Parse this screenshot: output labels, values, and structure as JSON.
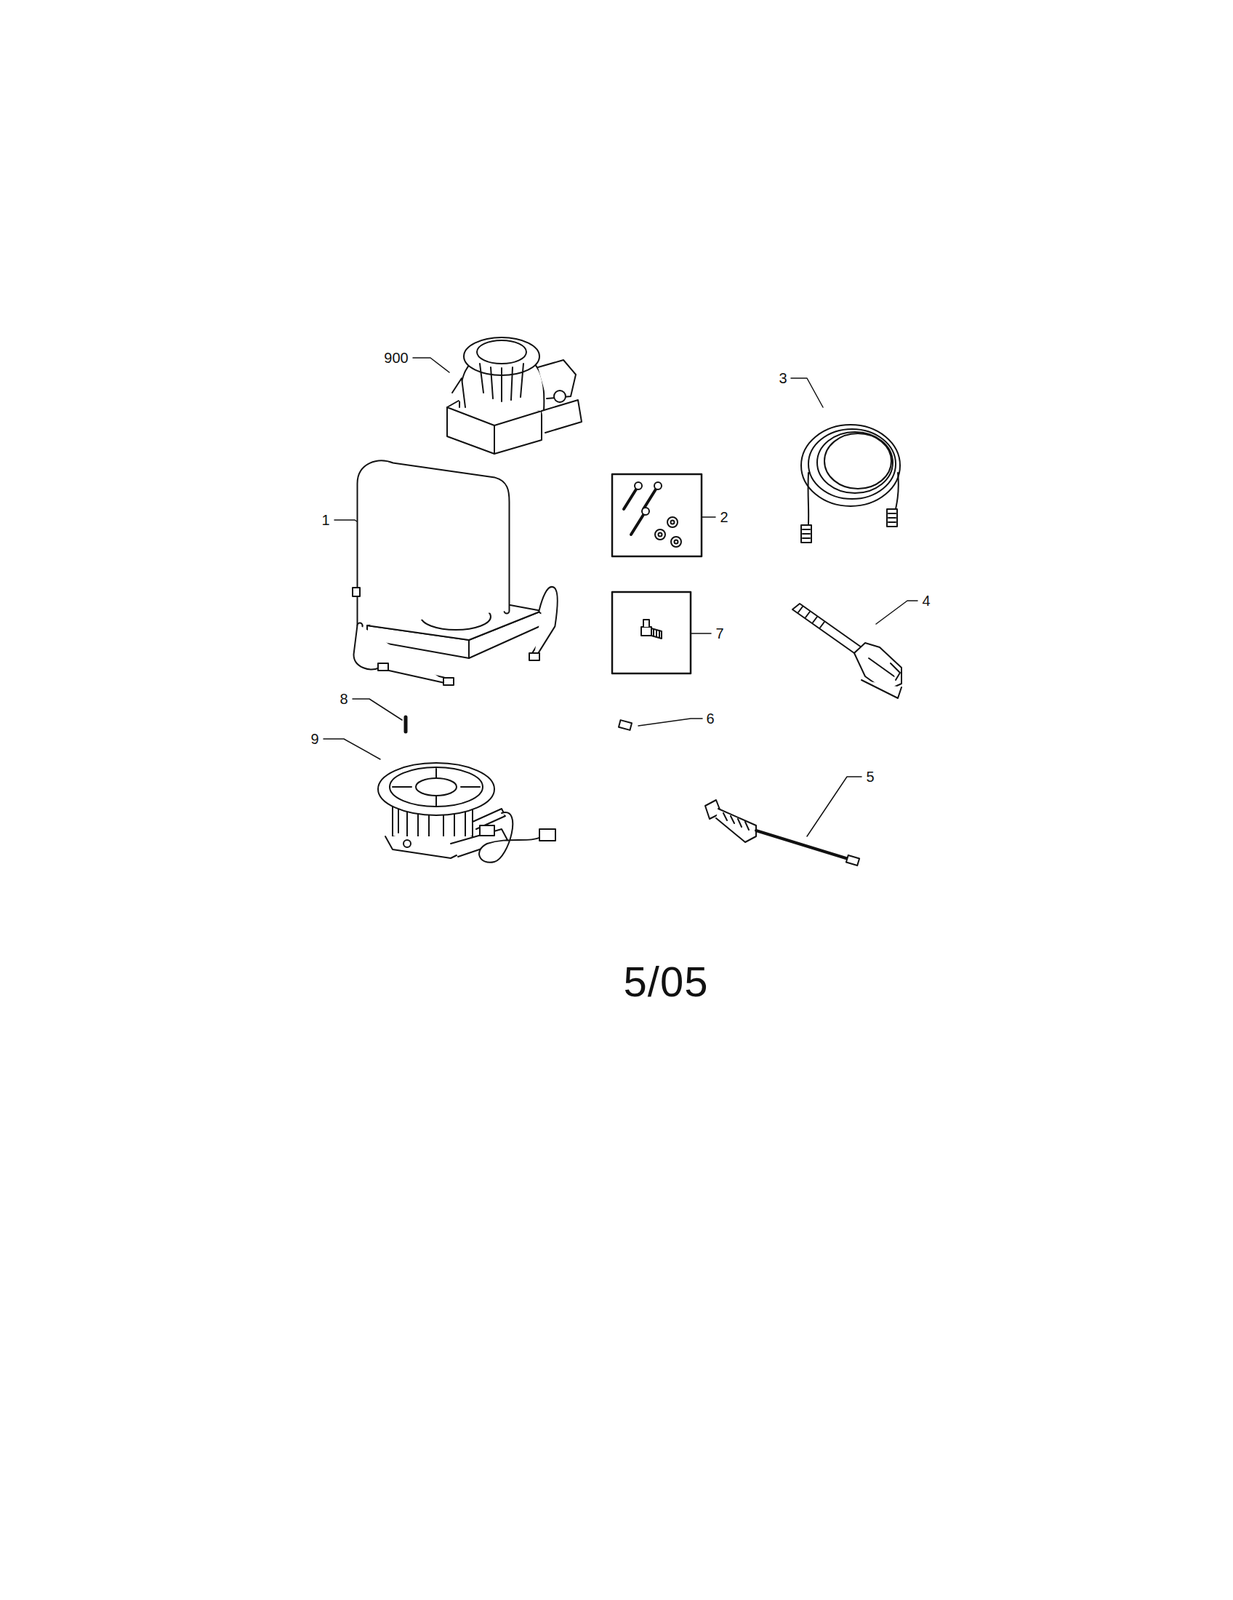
{
  "diagram": {
    "labels": [
      "900",
      "3",
      "1",
      "2",
      "7",
      "4",
      "8",
      "9",
      "6",
      "5",
      "5/05"
    ]
  }
}
